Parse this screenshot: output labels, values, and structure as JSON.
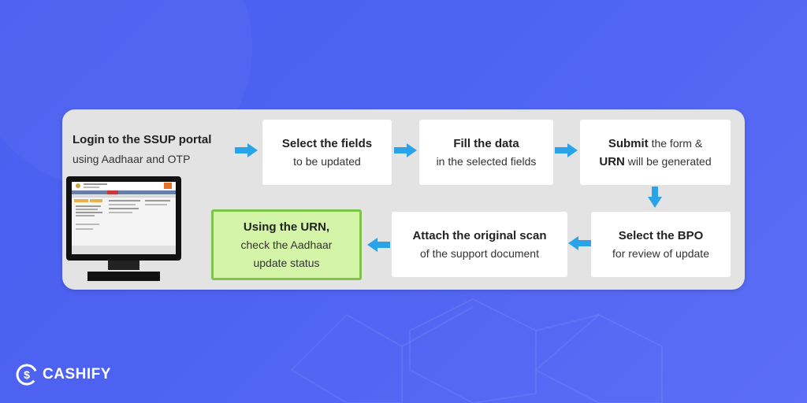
{
  "colors": {
    "background": "#4f63f2",
    "panel": "#e3e3e3",
    "box": "#ffffff",
    "arrow": "#2aa3e8",
    "final_box_fill": "#d4f5a8",
    "final_box_border": "#7ec34a"
  },
  "login": {
    "line1": "Login to the SSUP portal",
    "line2": "using Aadhaar and OTP"
  },
  "steps": {
    "select_fields": {
      "line1": "Select the fields",
      "line2": "to be updated"
    },
    "fill_data": {
      "line1": "Fill the data",
      "line2": "in the selected fields"
    },
    "submit": {
      "bold1": "Submit",
      "rest1": " the form &",
      "bold2": "URN",
      "rest2": " will be generated"
    },
    "select_bpo": {
      "line1": "Select the BPO",
      "line2": "for review of update"
    },
    "attach_scan": {
      "line1": "Attach the original scan",
      "line2": "of the support document"
    },
    "check_status": {
      "line1": "Using the URN,",
      "line2": "check the Aadhaar",
      "line3": "update status"
    }
  },
  "brand": {
    "logo_text": "CASHIFY"
  },
  "icons": [
    "arrow-right-icon",
    "arrow-down-icon",
    "arrow-left-icon",
    "computer-monitor-icon",
    "cashify-logo-icon"
  ]
}
